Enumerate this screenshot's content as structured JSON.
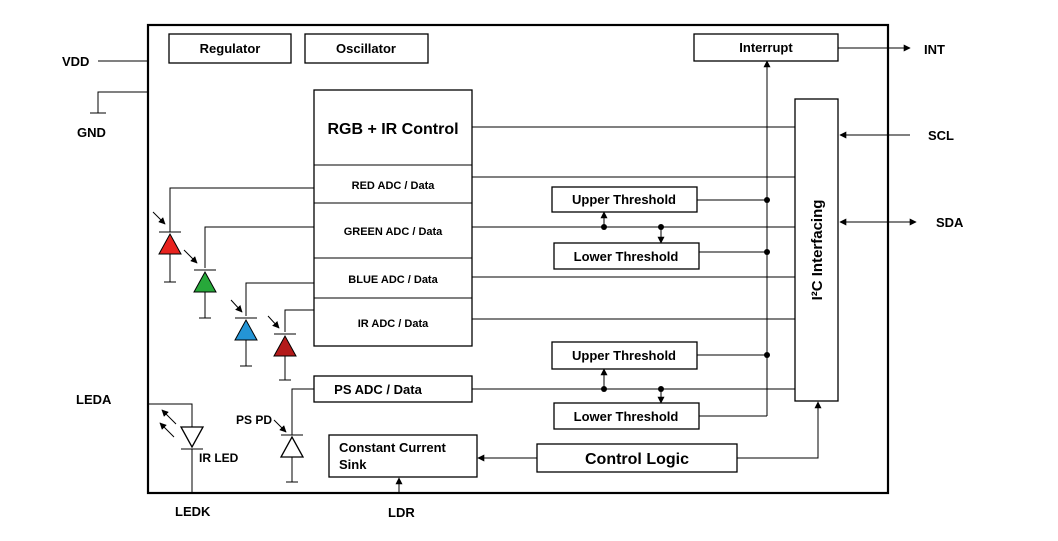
{
  "blocks": {
    "regulator": "Regulator",
    "oscillator": "Oscillator",
    "interrupt": "Interrupt",
    "rgb_ir_control": "RGB + IR Control",
    "red_adc": "RED ADC / Data",
    "green_adc": "GREEN ADC / Data",
    "blue_adc": "BLUE ADC / Data",
    "ir_adc": "IR ADC / Data",
    "ps_adc": "PS ADC / Data",
    "upper_threshold_1": "Upper Threshold",
    "lower_threshold_1": "Lower Threshold",
    "upper_threshold_2": "Upper Threshold",
    "lower_threshold_2": "Lower Threshold",
    "i2c_interfacing": "I²C Interfacing",
    "constant_current_sink_line1": "Constant Current",
    "constant_current_sink_line2": "Sink",
    "control_logic": "Control Logic"
  },
  "pins": {
    "vdd": "VDD",
    "gnd": "GND",
    "int": "INT",
    "scl": "SCL",
    "sda": "SDA",
    "leda": "LEDA",
    "ledk": "LEDK",
    "ldr": "LDR"
  },
  "labels": {
    "ps_pd": "PS PD",
    "ir_led": "IR LED"
  },
  "colors": {
    "red_photodiode": "#e8231f",
    "green_photodiode": "#27a83a",
    "blue_photodiode": "#2495d6",
    "ir_photodiode": "#b31a1a",
    "line": "#000000",
    "background": "#ffffff"
  }
}
